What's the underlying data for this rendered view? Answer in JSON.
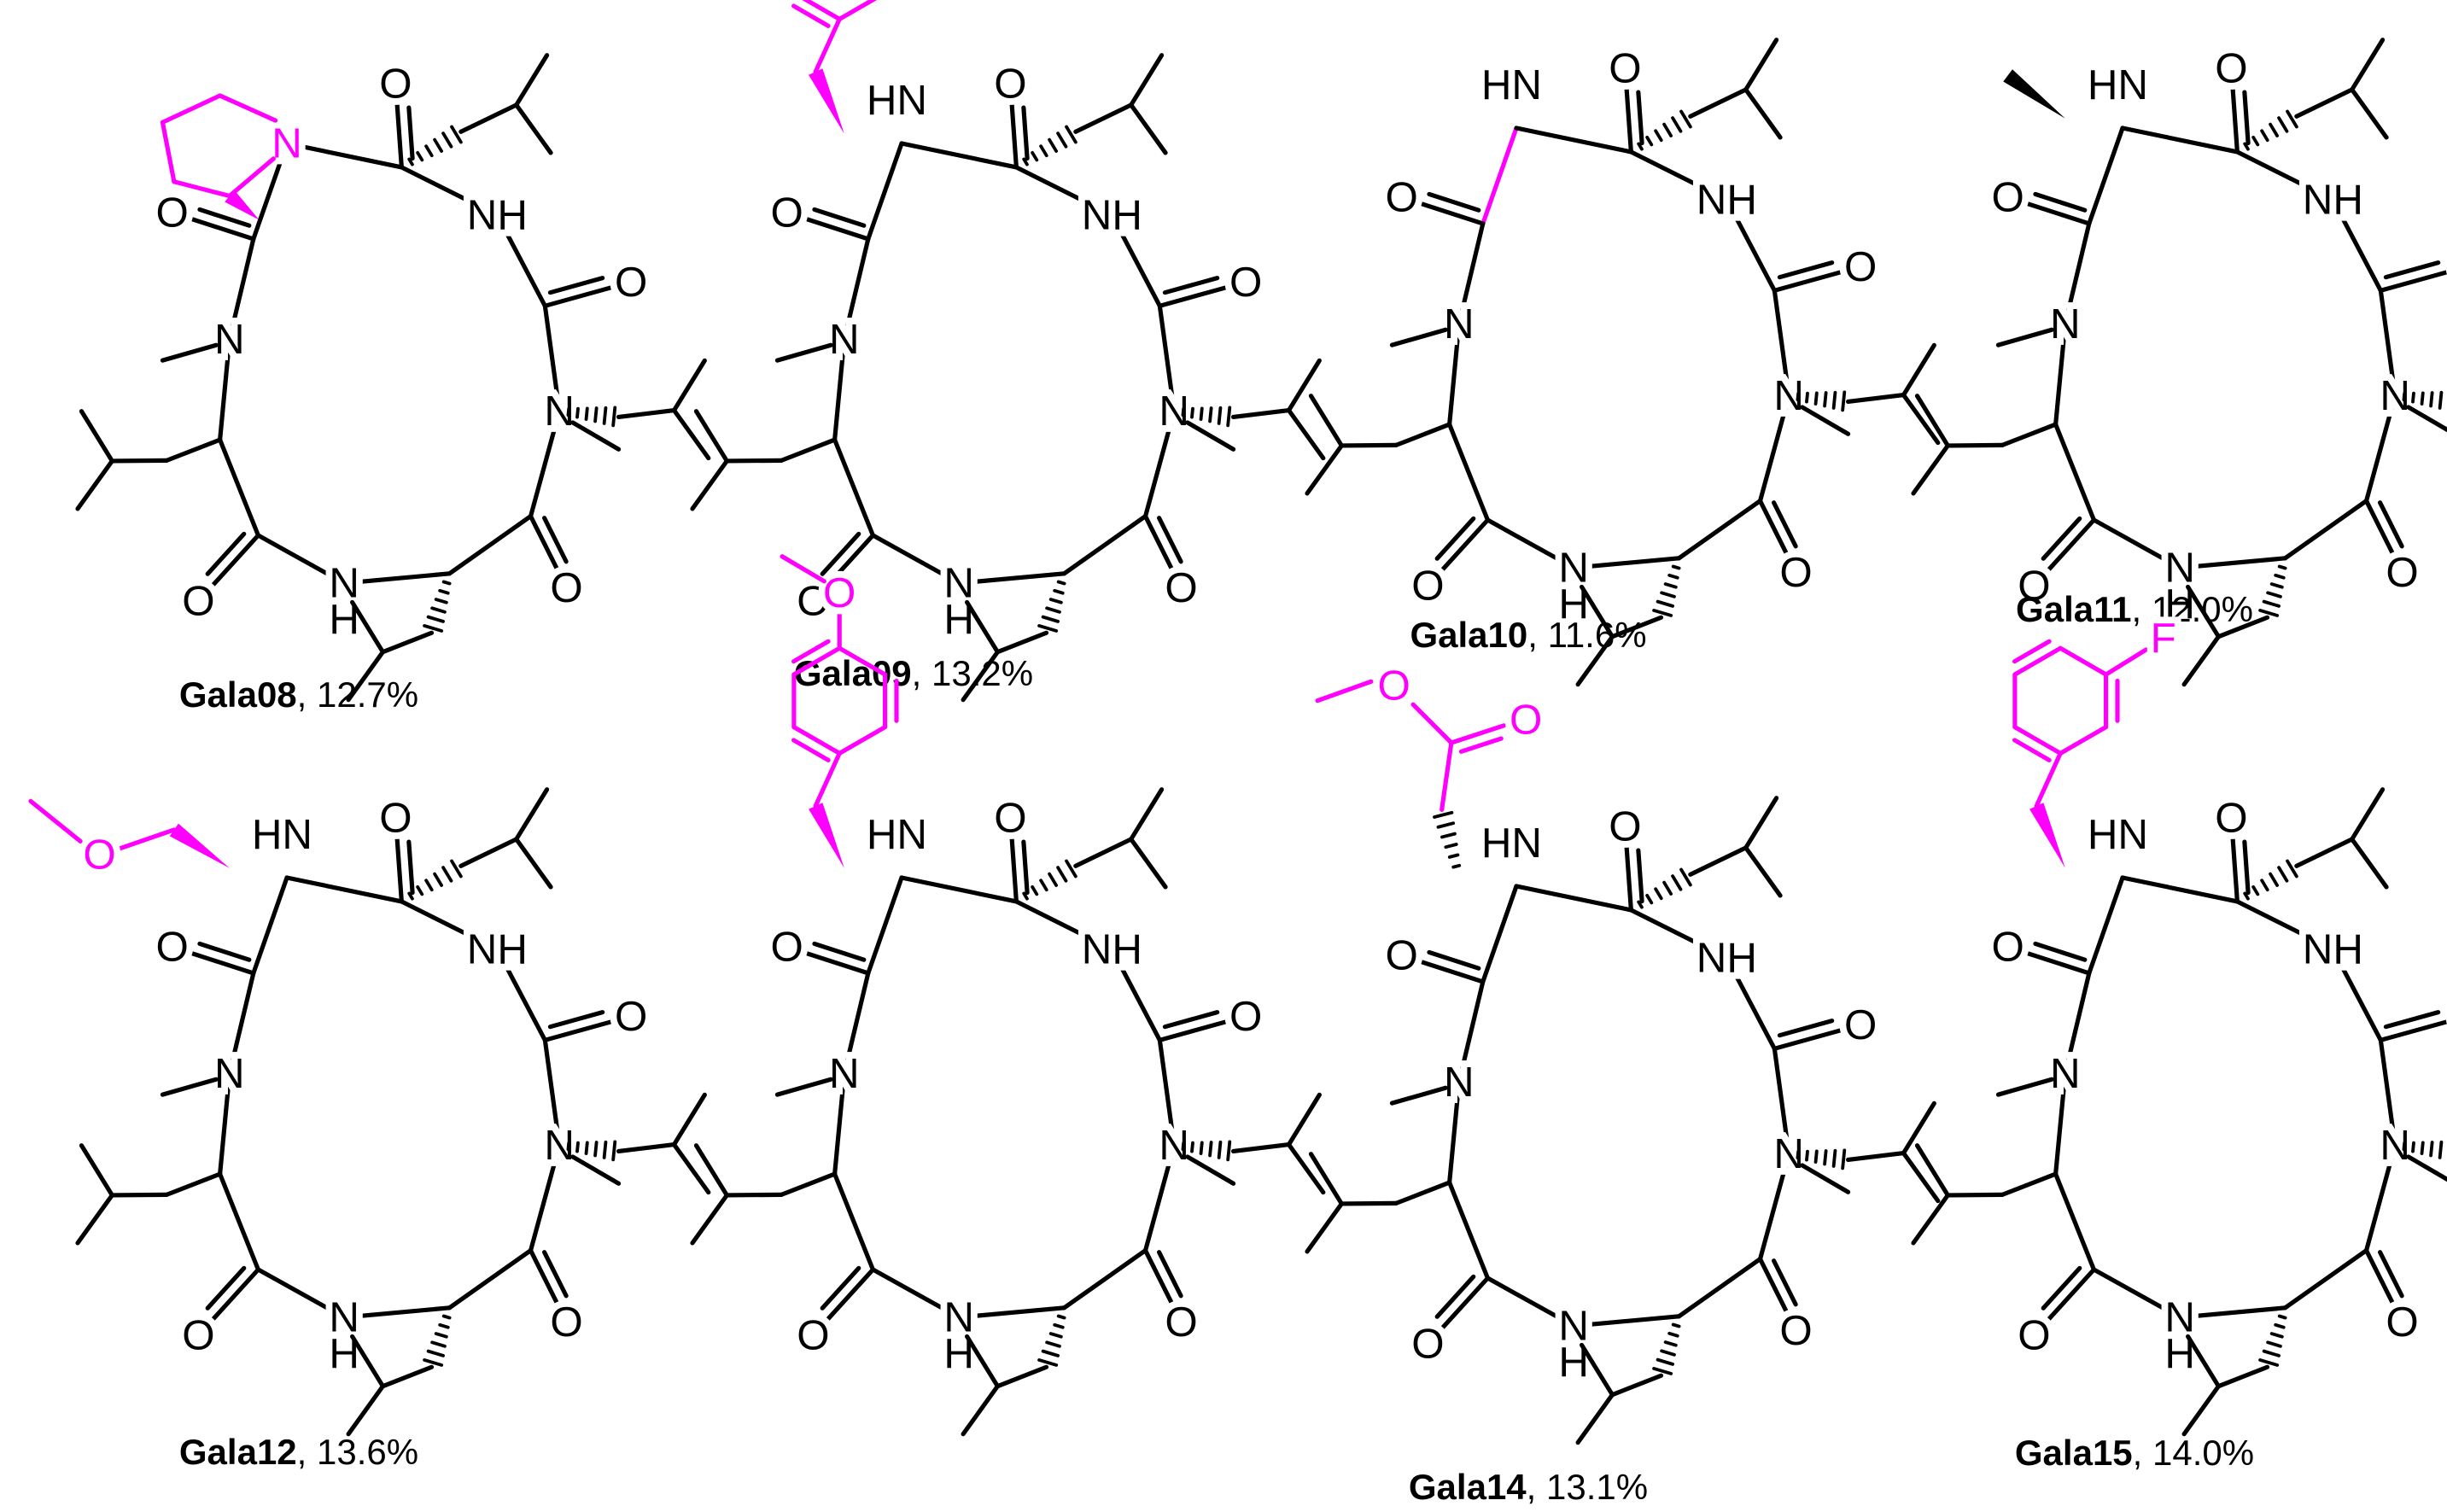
{
  "colors": {
    "ink": "#000000",
    "highlight": "#ff00ff",
    "background": "#ffffff"
  },
  "atom_labels": {
    "amide_nh": "NH",
    "nh_bottom": "N",
    "h": "H",
    "hn": "HN",
    "n_methyl": "N",
    "oxygen": "O",
    "fluorine": "F"
  },
  "compounds": [
    {
      "id": "Gala08",
      "yield": "12.7%",
      "variant": "proline"
    },
    {
      "id": "Gala09",
      "yield": "13.2%",
      "variant": "benzyl"
    },
    {
      "id": "Gala10",
      "yield": "11.6%",
      "variant": "glycine"
    },
    {
      "id": "Gala11",
      "yield": "12.0%",
      "variant": "methyl"
    },
    {
      "id": "Gala12",
      "yield": "13.6%",
      "variant": "methoxymethyl"
    },
    {
      "id": "",
      "yield": "",
      "variant": "methoxybenzyl"
    },
    {
      "id": "Gala14",
      "yield": "13.1%",
      "variant": "methyl-ester"
    },
    {
      "id": "Gala15",
      "yield": "14.0%",
      "variant": "fluorobenzyl"
    }
  ]
}
